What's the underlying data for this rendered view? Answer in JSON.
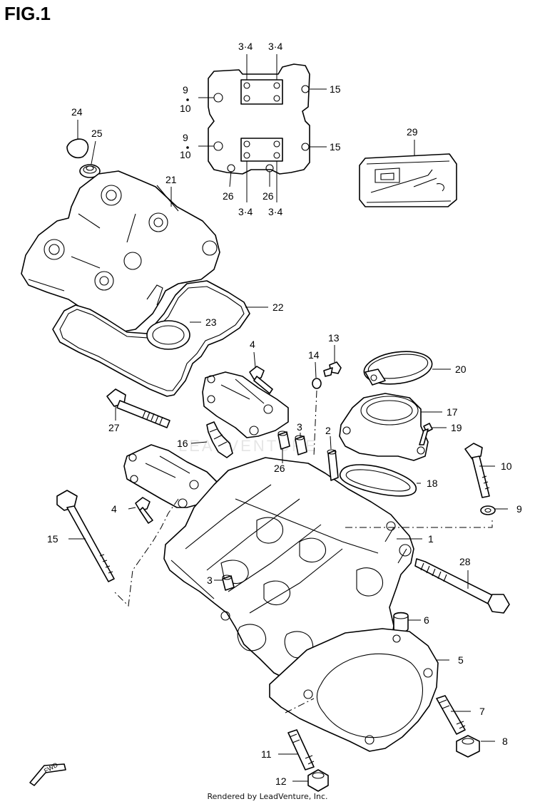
{
  "title": "FIG.1",
  "footer": "Rendered by LeadVenture, Inc.",
  "watermark": "LEADVENTURE",
  "fwd_label": "FWD",
  "callouts": {
    "c1": "1",
    "c2": "2",
    "c3a": "3",
    "c3b": "3",
    "c4a": "4",
    "c4b": "4",
    "c5": "5",
    "c6": "6",
    "c7": "7",
    "c8": "8",
    "c9": "9",
    "c10": "10",
    "c11": "11",
    "c12": "12",
    "c13": "13",
    "c14": "14",
    "c15": "15",
    "c16": "16",
    "c17": "17",
    "c18": "18",
    "c19": "19",
    "c20": "20",
    "c21": "21",
    "c22": "22",
    "c23": "23",
    "c24": "24",
    "c25": "25",
    "c26": "26",
    "c27": "27",
    "c28": "28",
    "c29": "29"
  },
  "inset_labels": {
    "top_left_a": "3·4",
    "top_right_a": "3·4",
    "bottom_left_a": "3·4",
    "bottom_right_a": "3·4",
    "left_9a": "9",
    "left_10a": "10",
    "left_9b": "9",
    "left_10b": "10",
    "right_15a": "15",
    "right_15b": "15",
    "bottom_26a": "26",
    "bottom_26b": "26"
  }
}
